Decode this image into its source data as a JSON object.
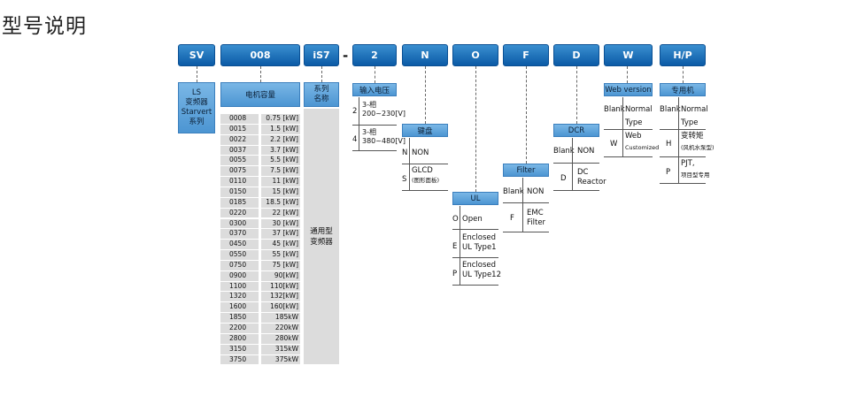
{
  "title": "型号说明",
  "segments": [
    "SV",
    "008",
    "iS7",
    "-",
    "2",
    "N",
    "O",
    "F",
    "D",
    "W",
    "H/P"
  ],
  "series": {
    "lines": [
      "LS",
      "变频器",
      "Starvert",
      "系列"
    ]
  },
  "capacity": {
    "header": "电机容量",
    "rows": [
      [
        "0008",
        "0.75 [kW]"
      ],
      [
        "0015",
        "1.5 [kW]"
      ],
      [
        "0022",
        "2.2 [kW]"
      ],
      [
        "0037",
        "3.7 [kW]"
      ],
      [
        "0055",
        "5.5 [kW]"
      ],
      [
        "0075",
        "7.5 [kW]"
      ],
      [
        "0110",
        "11 [kW]"
      ],
      [
        "0150",
        "15 [kW]"
      ],
      [
        "0185",
        "18.5 [kW]"
      ],
      [
        "0220",
        "22 [kW]"
      ],
      [
        "0300",
        "30 [kW]"
      ],
      [
        "0370",
        "37 [kW]"
      ],
      [
        "0450",
        "45 [kW]"
      ],
      [
        "0550",
        "55 [kW]"
      ],
      [
        "0750",
        "75 [kW]"
      ],
      [
        "0900",
        "90[kW]"
      ],
      [
        "1100",
        "110[kW]"
      ],
      [
        "1320",
        "132[kW]"
      ],
      [
        "1600",
        "160[kW]"
      ],
      [
        "1850",
        "185kW"
      ],
      [
        "2200",
        "220kW"
      ],
      [
        "2800",
        "280kW"
      ],
      [
        "3150",
        "315kW"
      ],
      [
        "3750",
        "375kW"
      ]
    ]
  },
  "series_name": {
    "header": "系列\n名称",
    "body": "通用型\n变频器"
  },
  "voltage": {
    "header": "输入电压",
    "rows": [
      {
        "code": "2",
        "lines": [
          "3-相",
          "200~230[V]"
        ]
      },
      {
        "code": "4",
        "lines": [
          "3-相",
          "380~480[V]"
        ]
      }
    ]
  },
  "keypad": {
    "header": "键盘",
    "rows": [
      {
        "code": "N",
        "lines": [
          "NON"
        ]
      },
      {
        "code": "S",
        "lines": [
          "GLCD",
          "(图形面板)"
        ]
      }
    ]
  },
  "ul": {
    "header": "UL",
    "rows": [
      {
        "code": "O",
        "lines": [
          "Open"
        ]
      },
      {
        "code": "E",
        "lines": [
          "Enclosed",
          "UL Type1"
        ]
      },
      {
        "code": "P",
        "lines": [
          "Enclosed",
          "UL Type12"
        ]
      }
    ]
  },
  "filter": {
    "header": "Filter",
    "rows": [
      {
        "code": "Blank",
        "lines": [
          "NON"
        ]
      },
      {
        "code": "F",
        "lines": [
          "EMC",
          "Filter"
        ]
      }
    ]
  },
  "dcr": {
    "header": "DCR",
    "rows": [
      {
        "code": "Blank",
        "lines": [
          "NON"
        ]
      },
      {
        "code": "D",
        "lines": [
          "DC",
          "Reactor"
        ]
      }
    ]
  },
  "web": {
    "header": "Web version",
    "rows": [
      {
        "code": "Blank",
        "lines": [
          "Normal",
          "Type"
        ]
      },
      {
        "code": "W",
        "lines": [
          "Web",
          "Customized"
        ]
      }
    ]
  },
  "special": {
    "header": "专用机",
    "rows": [
      {
        "code": "Blank",
        "lines": [
          "Normal",
          "Type"
        ]
      },
      {
        "code": "H",
        "lines": [
          "变转矩",
          "(风机水泵型)"
        ]
      },
      {
        "code": "P",
        "lines": [
          "PJT,",
          "项目型专用"
        ]
      }
    ]
  }
}
